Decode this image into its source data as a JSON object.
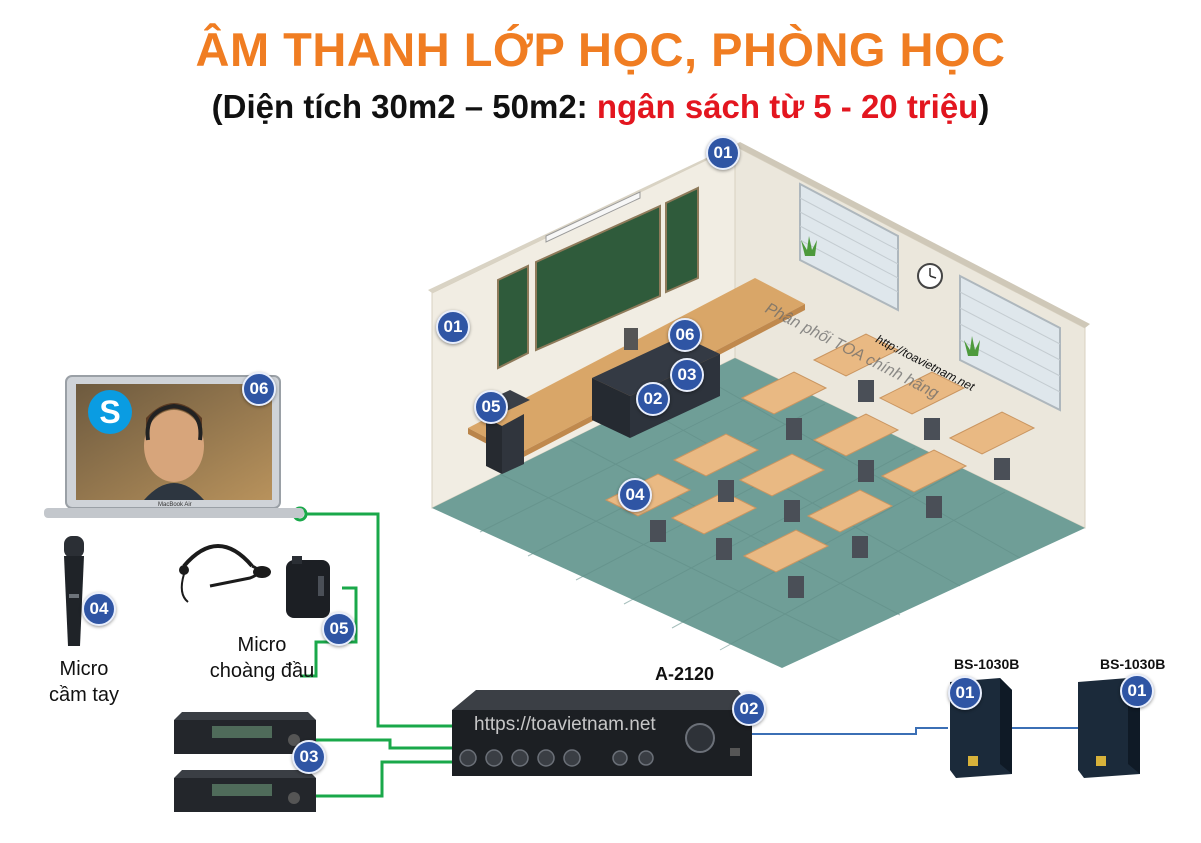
{
  "title": "ÂM THANH LỚP HỌC, PHÒNG HỌC",
  "subtitle": {
    "open": "(Diện tích 30m2 – 50m2: ",
    "highlight": "ngân sách từ 5 - 20 triệu",
    "close": ")"
  },
  "colors": {
    "title": "#f07d22",
    "highlight": "#e3161f",
    "badge": "#2f55a4",
    "wire_green": "#1aa84a",
    "wire_blue": "#3b6fb5"
  },
  "watermark": {
    "line1": "Phân phối TOA chính hãng",
    "line2": "http://toavietnam.net"
  },
  "equipment": {
    "laptop": {
      "badge": "06",
      "screen_label": "MacBook Air",
      "app": "skype-icon"
    },
    "handheld_mic": {
      "badge": "04",
      "label_line1": "Micro",
      "label_line2": "cầm tay"
    },
    "headset_mic": {
      "badge": "05",
      "label_line1": "Micro",
      "label_line2": "choàng đầu"
    },
    "receiver": {
      "badge": "03"
    },
    "amplifier": {
      "badge": "02",
      "model": "A-2120",
      "url": "https://toavietnam.net"
    },
    "speaker_left": {
      "badge": "01",
      "model": "BS-1030B"
    },
    "speaker_right": {
      "badge": "01",
      "model": "BS-1030B"
    }
  },
  "room_badges": [
    "01",
    "01",
    "06",
    "03",
    "02",
    "05",
    "04"
  ]
}
